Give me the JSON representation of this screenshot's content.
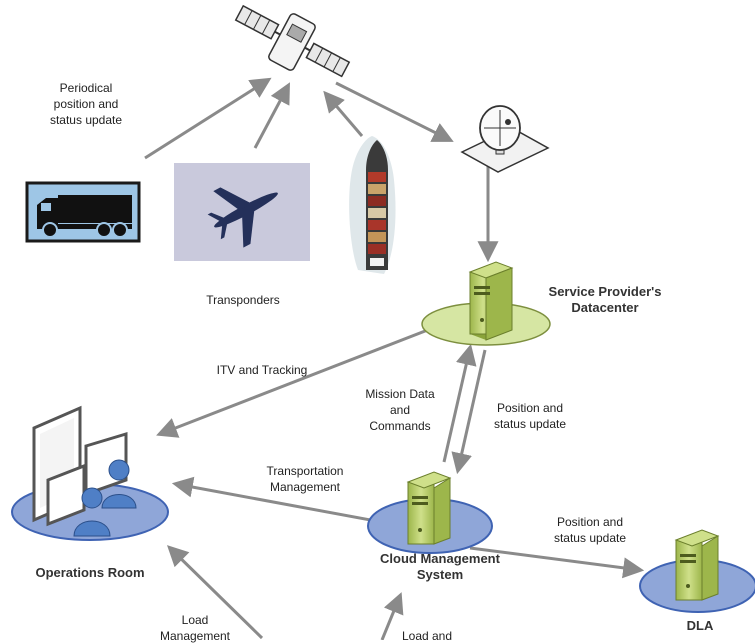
{
  "labels": {
    "periodical": "Periodical\nposition and\nstatus update",
    "transponders": "Transponders",
    "service_provider": "Service Provider's\nDatacenter",
    "itv_tracking": "ITV and Tracking",
    "mission_data": "Mission Data\nand\nCommands",
    "position_status_1": "Position and\nstatus update",
    "transportation_mgmt": "Transportation\nManagement",
    "position_status_2": "Position and\nstatus update",
    "operations_room": "Operations Room",
    "cloud_mgmt": "Cloud Management\nSystem",
    "dla": "DLA",
    "load_mgmt": "Load\nManagement",
    "load_and": "Load and"
  },
  "colors": {
    "arrow": "#8a8a8a",
    "server_green": "#b9cf6a",
    "server_green_dark": "#8aa33a",
    "ellipse_green": "#d6e6a3",
    "ellipse_blue": "#8fa6d8",
    "ellipse_blue_edge": "#3f63b3",
    "truck_bg": "#9ec6e6",
    "plane_bg": "#c9c9dc"
  }
}
